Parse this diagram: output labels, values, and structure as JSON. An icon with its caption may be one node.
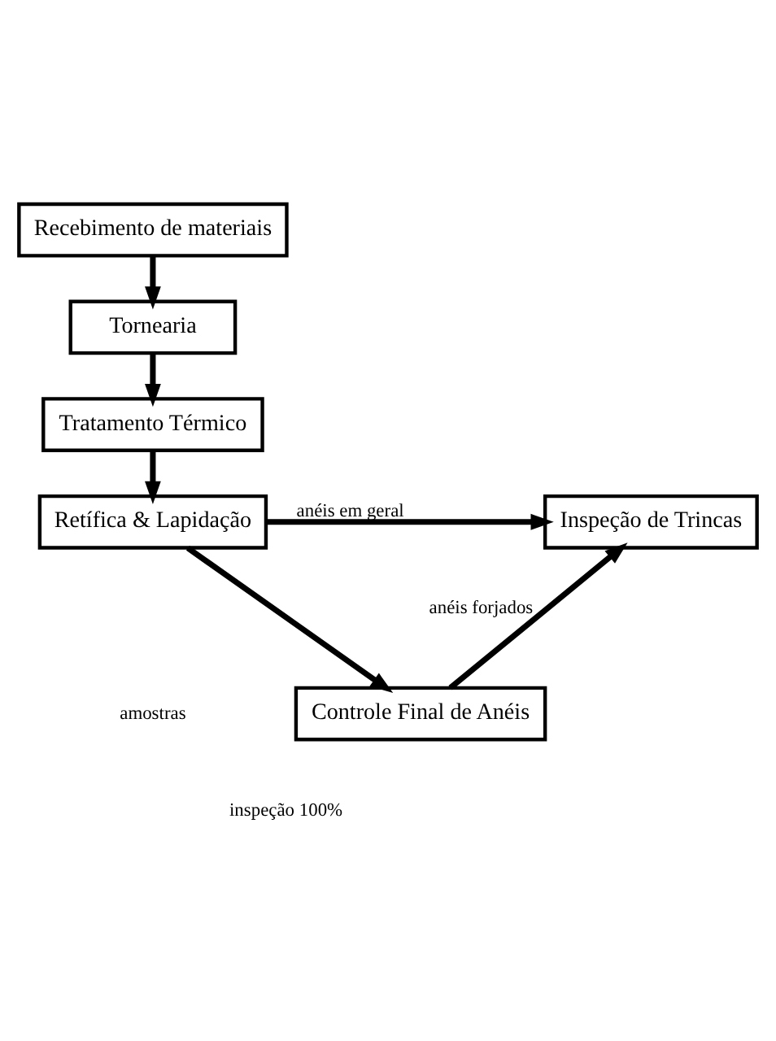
{
  "diagram": {
    "nodes": [
      {
        "text": [
          "Recebimento de materiais"
        ]
      },
      {
        "text": [
          "Tornearia"
        ]
      },
      {
        "text": [
          "Tratamento Térmico"
        ]
      },
      {
        "text": [
          "Retífica & Lapidação"
        ]
      },
      {
        "text": [
          "Controle Final de Anéis"
        ]
      },
      {
        "text": [
          "Inspeção de Trincas"
        ]
      }
    ],
    "edges": [
      {
        "from": 0,
        "to": 1,
        "arrow": "to"
      },
      {
        "from": 1,
        "to": 2,
        "arrow": "to"
      },
      {
        "from": 2,
        "to": 3,
        "arrow": "to"
      },
      {
        "from": 3,
        "to": 4,
        "arrow": "to"
      },
      {
        "from": 3,
        "to": 5,
        "arrow": "to",
        "label": "anéis em geral"
      },
      {
        "from": 4,
        "to": 5,
        "arrow": "to",
        "label": "anéis forjados"
      }
    ],
    "labels": [
      "amostras",
      "inspeção 100%"
    ]
  }
}
